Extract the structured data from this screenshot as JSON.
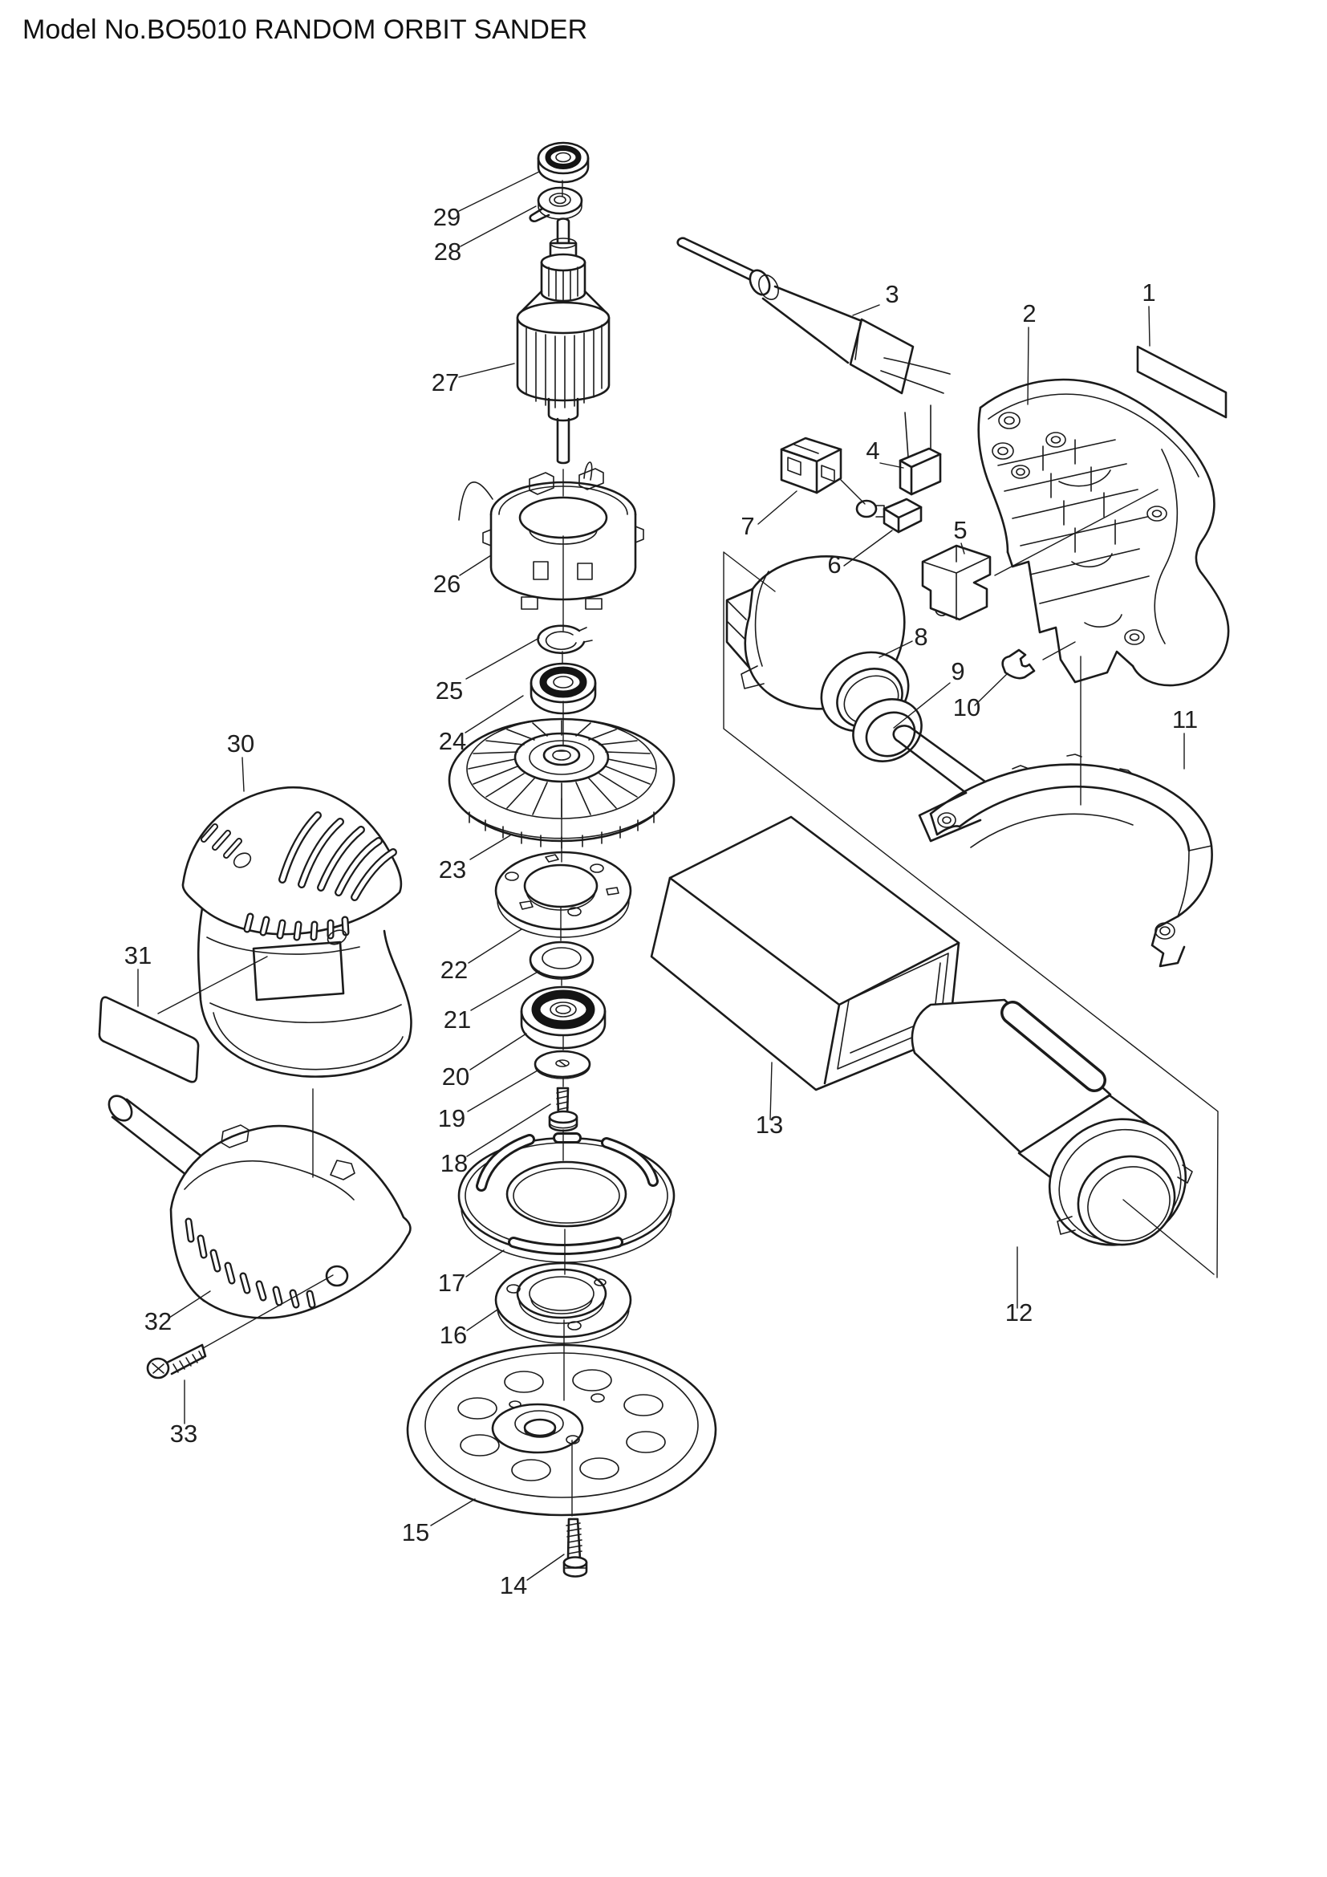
{
  "title": "Model No.BO5010 RANDOM ORBIT SANDER",
  "colors": {
    "line": "#1b1b1b",
    "background": "#ffffff",
    "text": "#1a1a1a"
  },
  "diagram": {
    "type": "exploded-parts-diagram",
    "callouts": [
      {
        "number": "1"
      },
      {
        "number": "2"
      },
      {
        "number": "3"
      },
      {
        "number": "4"
      },
      {
        "number": "5"
      },
      {
        "number": "6"
      },
      {
        "number": "7"
      },
      {
        "number": "8"
      },
      {
        "number": "9"
      },
      {
        "number": "10"
      },
      {
        "number": "11"
      },
      {
        "number": "12"
      },
      {
        "number": "13"
      },
      {
        "number": "14"
      },
      {
        "number": "15"
      },
      {
        "number": "16"
      },
      {
        "number": "17"
      },
      {
        "number": "18"
      },
      {
        "number": "19"
      },
      {
        "number": "20"
      },
      {
        "number": "21"
      },
      {
        "number": "22"
      },
      {
        "number": "23"
      },
      {
        "number": "24"
      },
      {
        "number": "25"
      },
      {
        "number": "26"
      },
      {
        "number": "27"
      },
      {
        "number": "28"
      },
      {
        "number": "29"
      },
      {
        "number": "30"
      },
      {
        "number": "31"
      },
      {
        "number": "32"
      },
      {
        "number": "33"
      }
    ]
  }
}
